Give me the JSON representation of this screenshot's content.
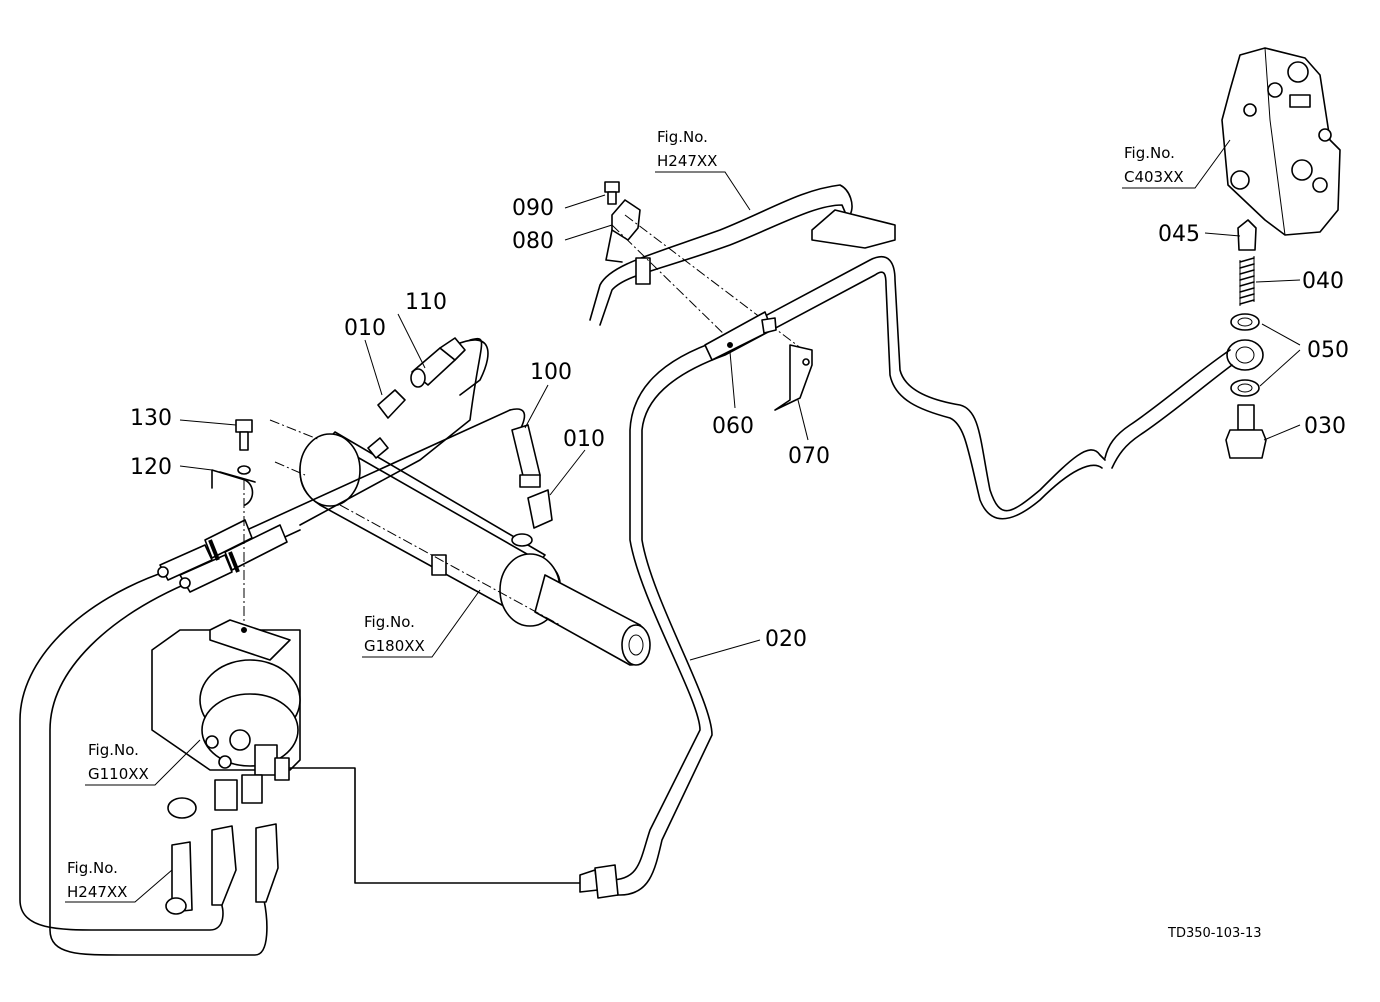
{
  "parts": {
    "p010a": "010",
    "p010b": "010",
    "p020": "020",
    "p030": "030",
    "p040": "040",
    "p045": "045",
    "p050": "050",
    "p060": "060",
    "p070": "070",
    "p080": "080",
    "p090": "090",
    "p100": "100",
    "p110": "110",
    "p120": "120",
    "p130": "130"
  },
  "figure_refs": {
    "h247_top": {
      "line1": "Fig.No.",
      "line2": "H247XX"
    },
    "c403": {
      "line1": "Fig.No.",
      "line2": "C403XX"
    },
    "g180": {
      "line1": "Fig.No.",
      "line2": "G180XX"
    },
    "g110": {
      "line1": "Fig.No.",
      "line2": "G110XX"
    },
    "h247_bottom": {
      "line1": "Fig.No.",
      "line2": "H247XX"
    }
  },
  "drawing_code": "TD350-103-13"
}
